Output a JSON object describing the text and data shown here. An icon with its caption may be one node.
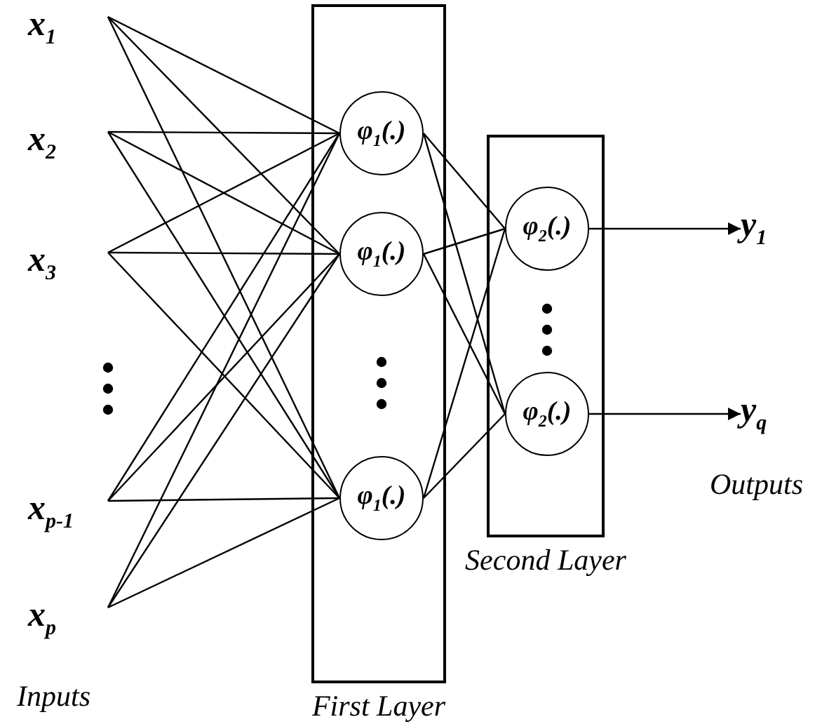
{
  "diagram": {
    "nodes": [
      {
        "text": [
          "x$_{1}$"
        ]
      },
      {
        "text": [
          "x$_{2}$"
        ]
      },
      {
        "text": [
          "x$_{3}$"
        ]
      },
      {
        "text": [
          "x$_{p-1}$"
        ]
      },
      {
        "text": [
          "x$_{p}$"
        ]
      },
      {
        "text": [
          "First Layer"
        ]
      },
      {
        "text": [
          "φ$_{1}$(.)"
        ],
        "in": 5
      },
      {
        "text": [
          "φ$_{1}$(.)"
        ],
        "in": 5
      },
      {
        "text": [
          "φ$_{1}$(.)"
        ],
        "in": 5
      },
      {
        "text": [
          "Second Layer"
        ]
      },
      {
        "text": [
          "φ$_{2}$(.)"
        ],
        "in": 9
      },
      {
        "text": [
          "φ$_{2}$(.)"
        ],
        "in": 9
      },
      {
        "text": [
          "y$_{1}$"
        ]
      },
      {
        "text": [
          "y$_{q}$"
        ]
      }
    ],
    "edges": [
      {
        "from": 0,
        "to": 6,
        "arrow": "none"
      },
      {
        "from": 0,
        "to": 7,
        "arrow": "none"
      },
      {
        "from": 0,
        "to": 8,
        "arrow": "none"
      },
      {
        "from": 1,
        "to": 6,
        "arrow": "none"
      },
      {
        "from": 1,
        "to": 7,
        "arrow": "none"
      },
      {
        "from": 1,
        "to": 8,
        "arrow": "none"
      },
      {
        "from": 2,
        "to": 6,
        "arrow": "none"
      },
      {
        "from": 2,
        "to": 7,
        "arrow": "none"
      },
      {
        "from": 2,
        "to": 8,
        "arrow": "none"
      },
      {
        "from": 3,
        "to": 6,
        "arrow": "none"
      },
      {
        "from": 3,
        "to": 7,
        "arrow": "none"
      },
      {
        "from": 3,
        "to": 8,
        "arrow": "none"
      },
      {
        "from": 4,
        "to": 6,
        "arrow": "none"
      },
      {
        "from": 4,
        "to": 7,
        "arrow": "none"
      },
      {
        "from": 4,
        "to": 8,
        "arrow": "none"
      },
      {
        "from": 6,
        "to": 10,
        "arrow": "none"
      },
      {
        "from": 6,
        "to": 11,
        "arrow": "none"
      },
      {
        "from": 7,
        "to": 10,
        "arrow": "none"
      },
      {
        "from": 7,
        "to": 11,
        "arrow": "none"
      },
      {
        "from": 8,
        "to": 10,
        "arrow": "none"
      },
      {
        "from": 8,
        "to": 11,
        "arrow": "none"
      },
      {
        "from": 10,
        "to": 12,
        "arrow": "to"
      },
      {
        "from": 11,
        "to": 13,
        "arrow": "to"
      }
    ],
    "labels": [
      "Outputs",
      "Inputs"
    ]
  }
}
